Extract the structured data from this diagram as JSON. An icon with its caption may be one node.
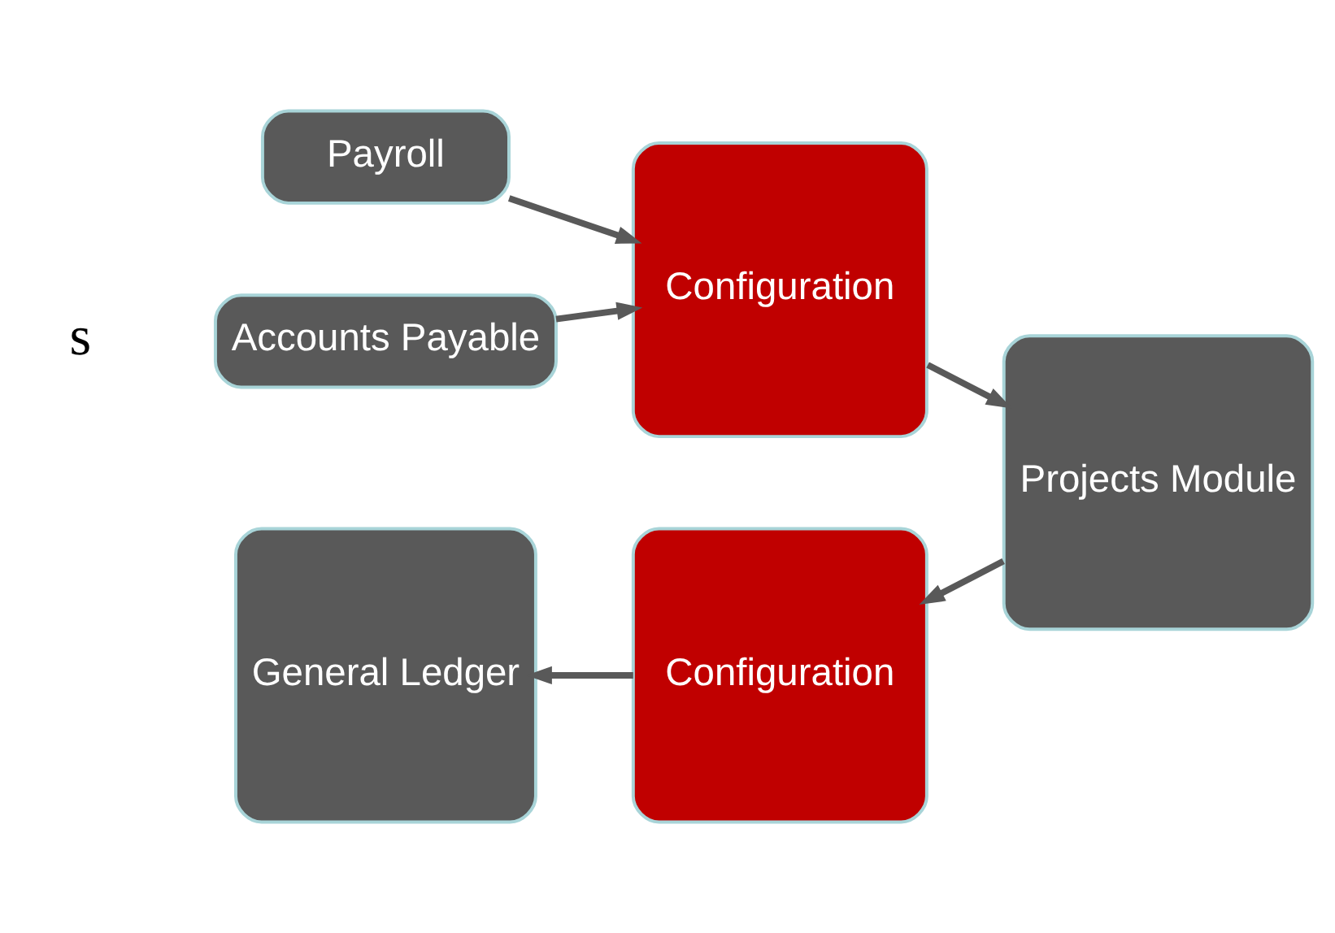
{
  "diagram": {
    "nodes": [
      {
        "text": [
          "Payroll"
        ]
      },
      {
        "text": [
          "Accounts Payable"
        ]
      },
      {
        "text": [
          "Configuration"
        ]
      },
      {
        "text": [
          "Projects Module"
        ]
      },
      {
        "text": [
          "Configuration"
        ]
      },
      {
        "text": [
          "General Ledger"
        ]
      }
    ],
    "edges": [
      {
        "from": 0,
        "to": 2,
        "arrow": "to"
      },
      {
        "from": 1,
        "to": 2,
        "arrow": "to"
      },
      {
        "from": 2,
        "to": 3,
        "arrow": "to"
      },
      {
        "from": 3,
        "to": 4,
        "arrow": "to"
      },
      {
        "from": 4,
        "to": 5,
        "arrow": "to"
      }
    ],
    "labels": [
      "s"
    ]
  }
}
